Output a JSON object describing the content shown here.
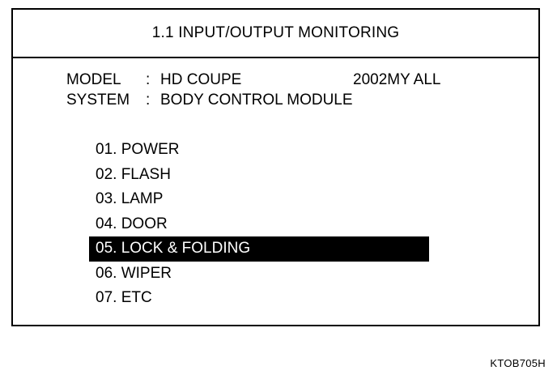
{
  "title": "1.1  INPUT/OUTPUT MONITORING",
  "info": {
    "model_label": "MODEL",
    "separator": ":",
    "model_value": "HD COUPE",
    "model_extra": "2002MY ALL",
    "system_label": "SYSTEM",
    "system_value": "BODY CONTROL MODULE"
  },
  "menu": {
    "items": [
      {
        "label": "01. POWER"
      },
      {
        "label": "02. FLASH"
      },
      {
        "label": "03. LAMP"
      },
      {
        "label": "04. DOOR"
      },
      {
        "label": "05. LOCK & FOLDING"
      },
      {
        "label": "06. WIPER"
      },
      {
        "label": "07. ETC"
      }
    ],
    "selected_index": 4
  },
  "caption": "KTOB705H",
  "colors": {
    "foreground": "#000000",
    "background": "#ffffff",
    "highlight": "#000000",
    "highlight_text": "#ffffff"
  }
}
